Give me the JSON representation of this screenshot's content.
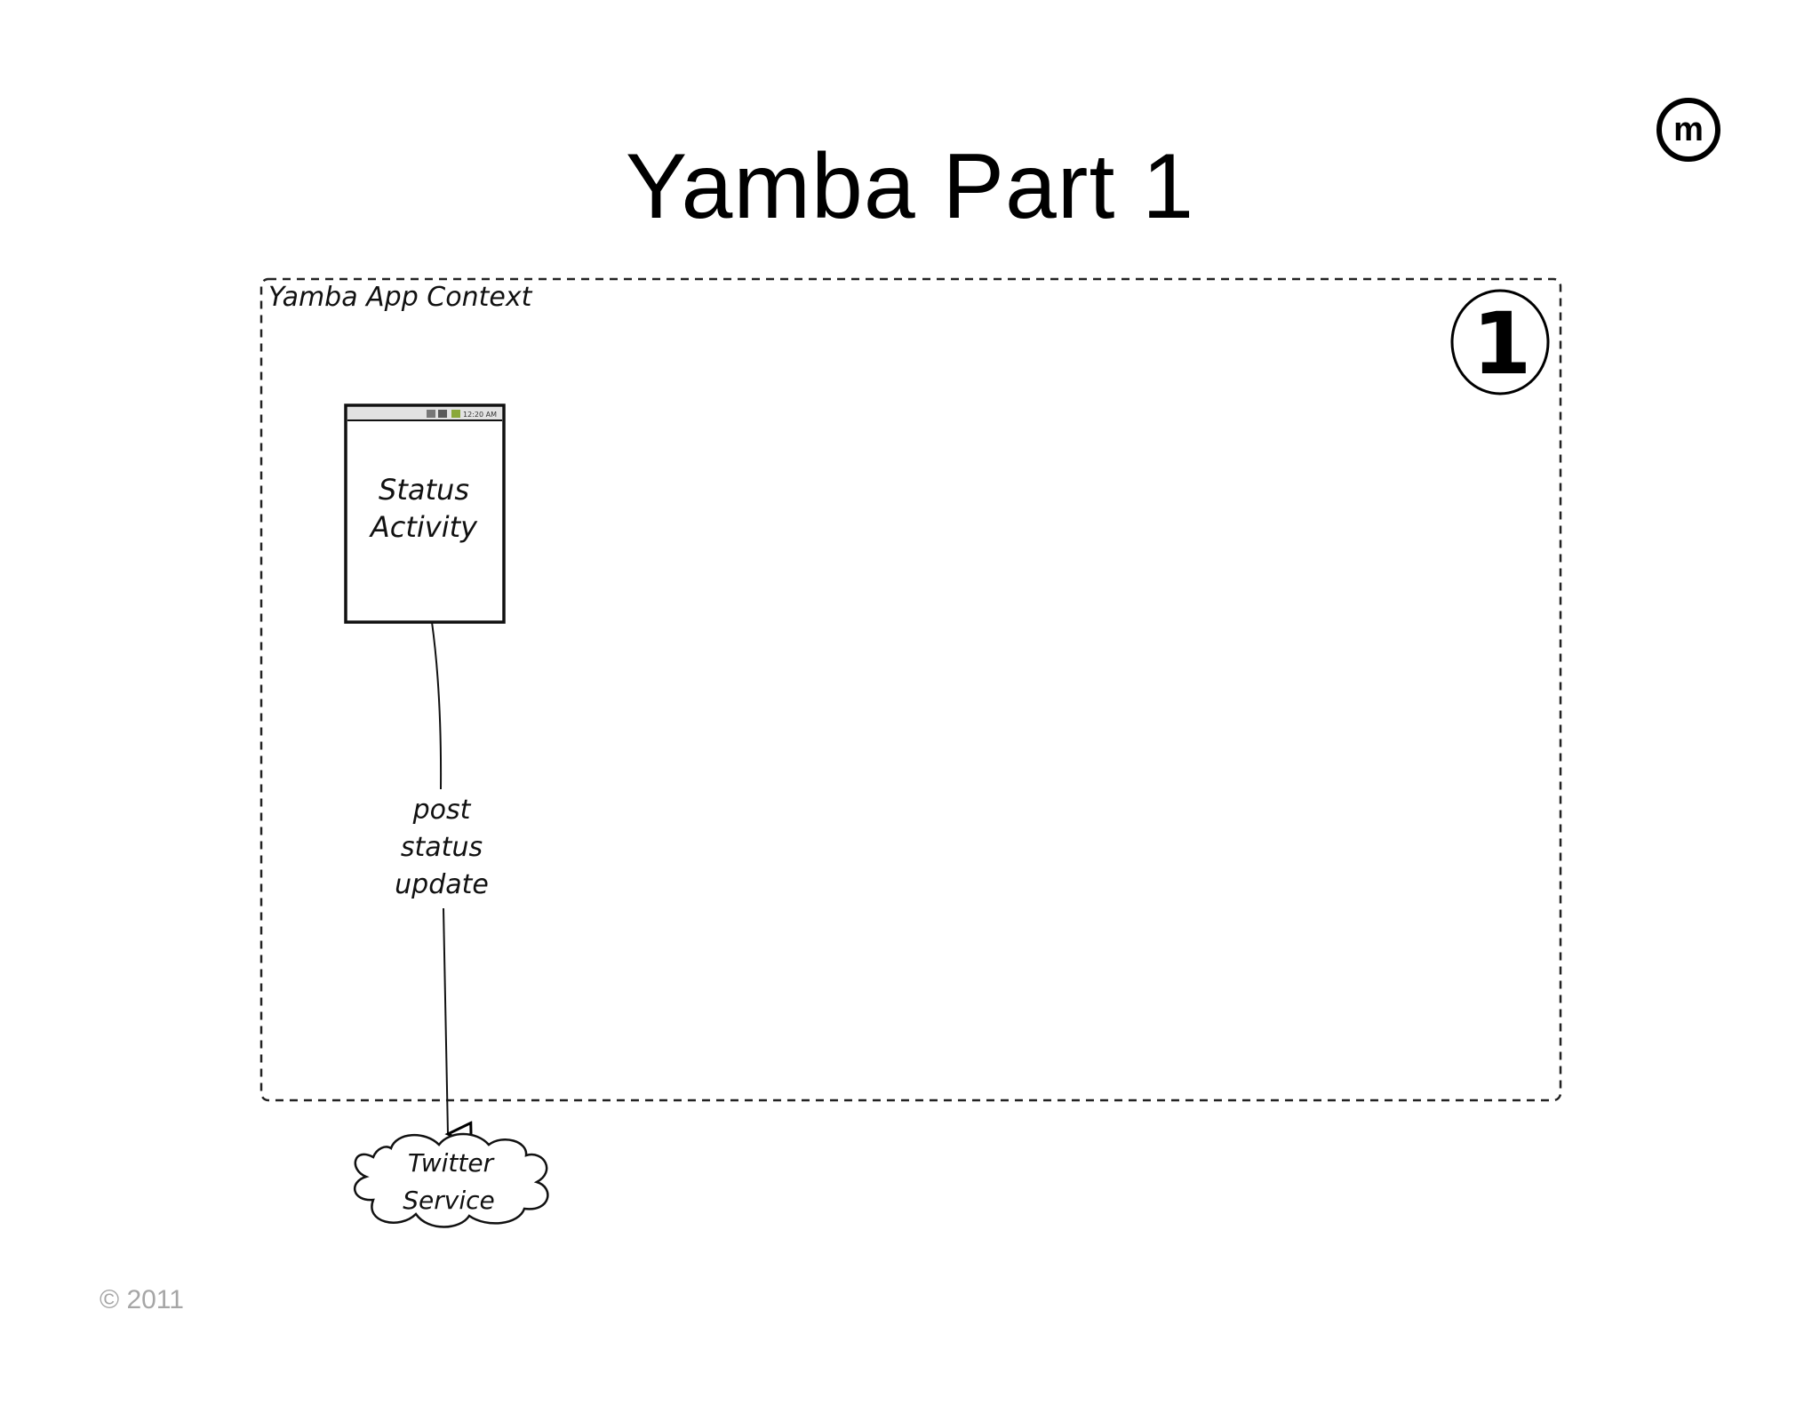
{
  "title": "Yamba Part 1",
  "logo": {
    "icon": "m-circle-logo",
    "letter": "m"
  },
  "context_label": "Yamba App Context",
  "step_badge": "1",
  "activity": {
    "line1": "Status",
    "line2": "Activity",
    "status_bar_time": "12:20 AM"
  },
  "arrow_label": {
    "line1": "post",
    "line2": "status",
    "line3": "update"
  },
  "service": {
    "line1": "Twitter",
    "line2": "Service"
  },
  "copyright": "© 2011"
}
